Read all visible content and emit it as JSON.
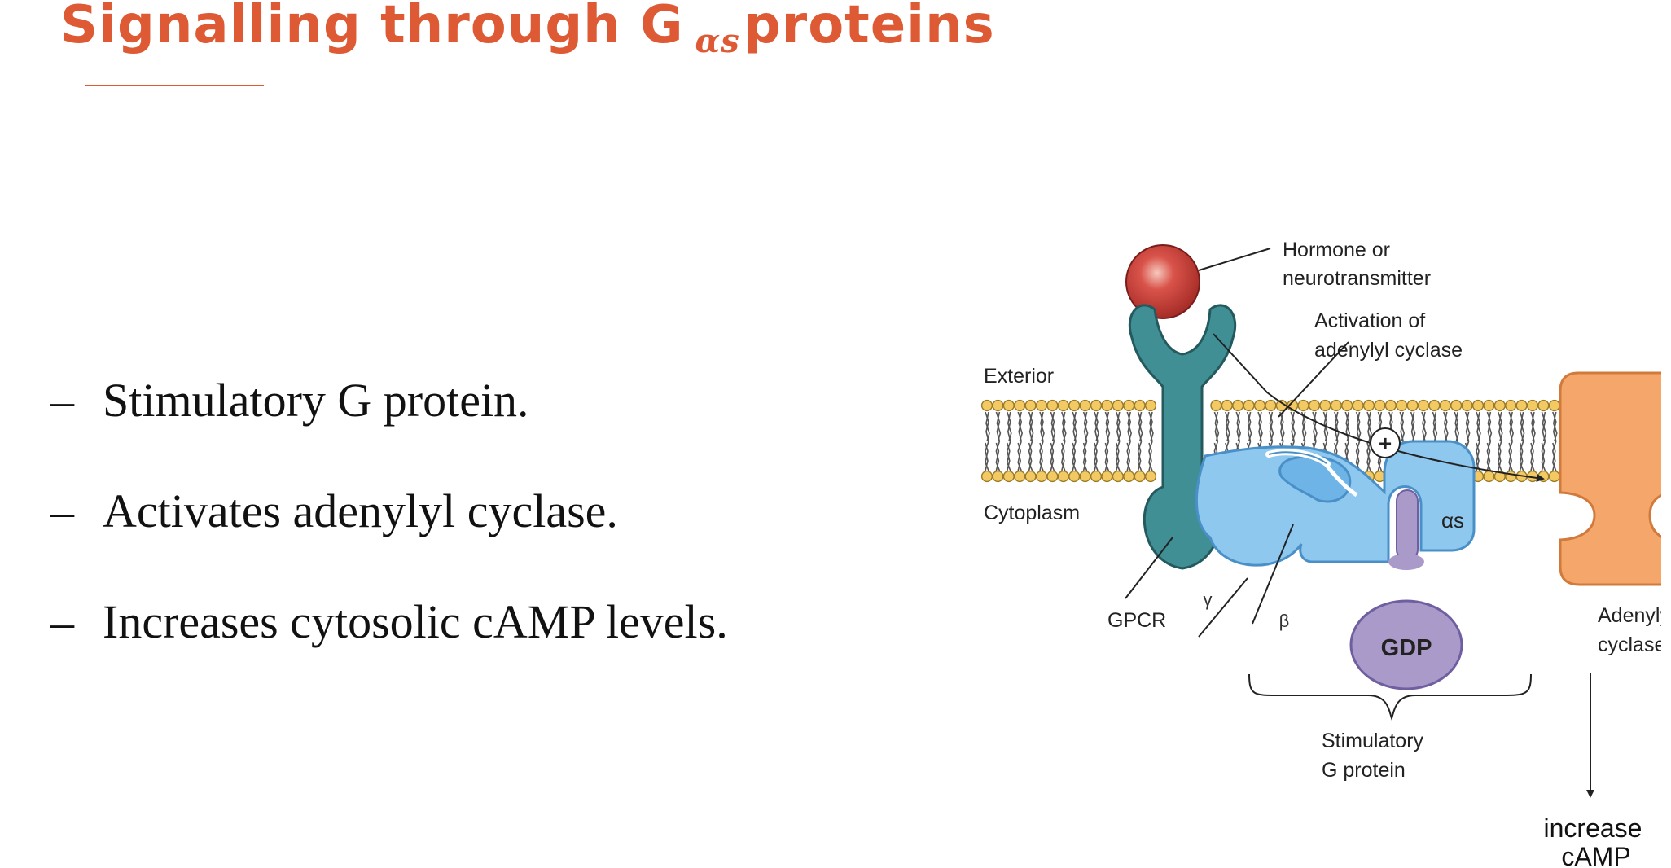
{
  "slide": {
    "title_main": "Signalling through G",
    "title_sub": "αs",
    "title_end": "proteins",
    "bullets": [
      "Stimulatory G protein.",
      "Activates adenylyl cyclase.",
      "Increases cytosolic cAMP levels."
    ],
    "bullet_marker": "–"
  },
  "diagram": {
    "labels": {
      "hormone_line1": "Hormone or",
      "hormone_line2": "neurotransmitter",
      "activation_line1": "Activation of",
      "activation_line2": "adenylyl cyclase",
      "exterior": "Exterior",
      "cytoplasm": "Cytoplasm",
      "gpcr": "GPCR",
      "gamma": "γ",
      "beta": "β",
      "alpha_s": "αs",
      "gdp": "GDP",
      "plus": "+",
      "stim_line1": "Stimulatory",
      "stim_line2": "G protein",
      "ac_line1": "Adenylyl",
      "ac_line2": "cyclase",
      "camp_line1": "increase",
      "camp_line2": "cAMP"
    },
    "colors": {
      "title": "#dd5a34",
      "gpcr": "#3f8f95",
      "g_protein": "#8ec8ee",
      "gdp": "#a99ac9",
      "adenylyl_cyclase": "#f5a66a",
      "hormone": "#c23b33",
      "lipid_head": "#f3c964"
    }
  }
}
